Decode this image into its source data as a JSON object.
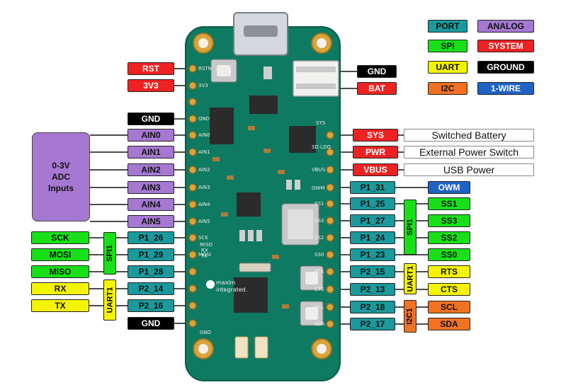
{
  "colors": {
    "port": "#1a9a9c",
    "analog": "#a678d2",
    "spi": "#18e018",
    "system": "#ee2222",
    "uart": "#f4f400",
    "ground": "#000000",
    "i2c": "#f07222",
    "onewire": "#1f62c4",
    "pcb": "#0e7a62"
  },
  "legend": {
    "port": "PORT",
    "analog": "ANALOG",
    "spi": "SPI",
    "system": "SYSTEM",
    "uart": "UART",
    "ground": "GROUND",
    "i2c": "I2C",
    "onewire": "1-WIRE"
  },
  "adc_box": {
    "line1": "0-3V",
    "line2": "ADC",
    "line3": "Inputs"
  },
  "left_pins": {
    "rst": "RST",
    "v3v3": "3V3",
    "gnd_top": "GND",
    "ain0": "AIN0",
    "ain1": "AIN1",
    "ain2": "AIN2",
    "ain3": "AIN3",
    "ain4": "AIN4",
    "ain5": "AIN5",
    "p1_26": "P1_26",
    "p1_29": "P1_29",
    "p1_28": "P1_28",
    "p2_14": "P2_14",
    "p2_16": "P2_16",
    "gnd_bottom": "GND"
  },
  "left_funcs": {
    "sck": "SCK",
    "mosi": "MOSI",
    "miso": "MISO",
    "rx": "RX",
    "tx": "TX"
  },
  "left_groups": {
    "spi1": "SPI1",
    "uart1": "UART1"
  },
  "top_right": {
    "gnd": "GND",
    "bat": "BAT"
  },
  "right_pins": {
    "sys": "SYS",
    "pwr": "PWR",
    "vbus": "VBUS",
    "p1_31": "P1_31",
    "p1_25": "P1_25",
    "p1_27": "P1_27",
    "p1_24": "P1_24",
    "p1_23": "P1_23",
    "p2_15": "P2_15",
    "p2_13": "P2_13",
    "p2_18": "P2_18",
    "p2_17": "P2_17"
  },
  "right_desc": {
    "sys": "Switched Battery",
    "pwr": "External Power Switch",
    "vbus": "USB Power"
  },
  "right_funcs": {
    "owm": "OWM",
    "ss1": "SS1",
    "ss3": "SS3",
    "ss2": "SS2",
    "ss0": "SS0",
    "rts": "RTS",
    "cts": "CTS",
    "scl": "SCL",
    "sda": "SDA"
  },
  "right_groups": {
    "spi1": "SPI1",
    "uart1": "UART1",
    "i2c1": "I2C1"
  },
  "board_silk": {
    "rstn": "RSTN",
    "v3v3": "3V3",
    "gnd": "GND",
    "ain0": "AIN0",
    "ain1": "AIN1",
    "ain2": "AIN2",
    "ain3": "AIN3",
    "ain4": "AIN4",
    "ain5": "AIN5",
    "sck": "SCK",
    "mosi": "MOSI",
    "miso": "MISO",
    "rx": "RX",
    "tx": "TX",
    "gnd_bottom": "GND",
    "sys": "SYS",
    "ldo_sd": "SD LDO",
    "vbus": "VBUS",
    "owm": "OWM",
    "ss1": "SS1",
    "ss3": "SS3",
    "ss2": "SS2",
    "ss0": "SS0",
    "rts": "RTS",
    "cts": "CTS",
    "scl": "SCL",
    "sda": "SDA",
    "brand1": "maxim",
    "brand2": "integrated."
  }
}
